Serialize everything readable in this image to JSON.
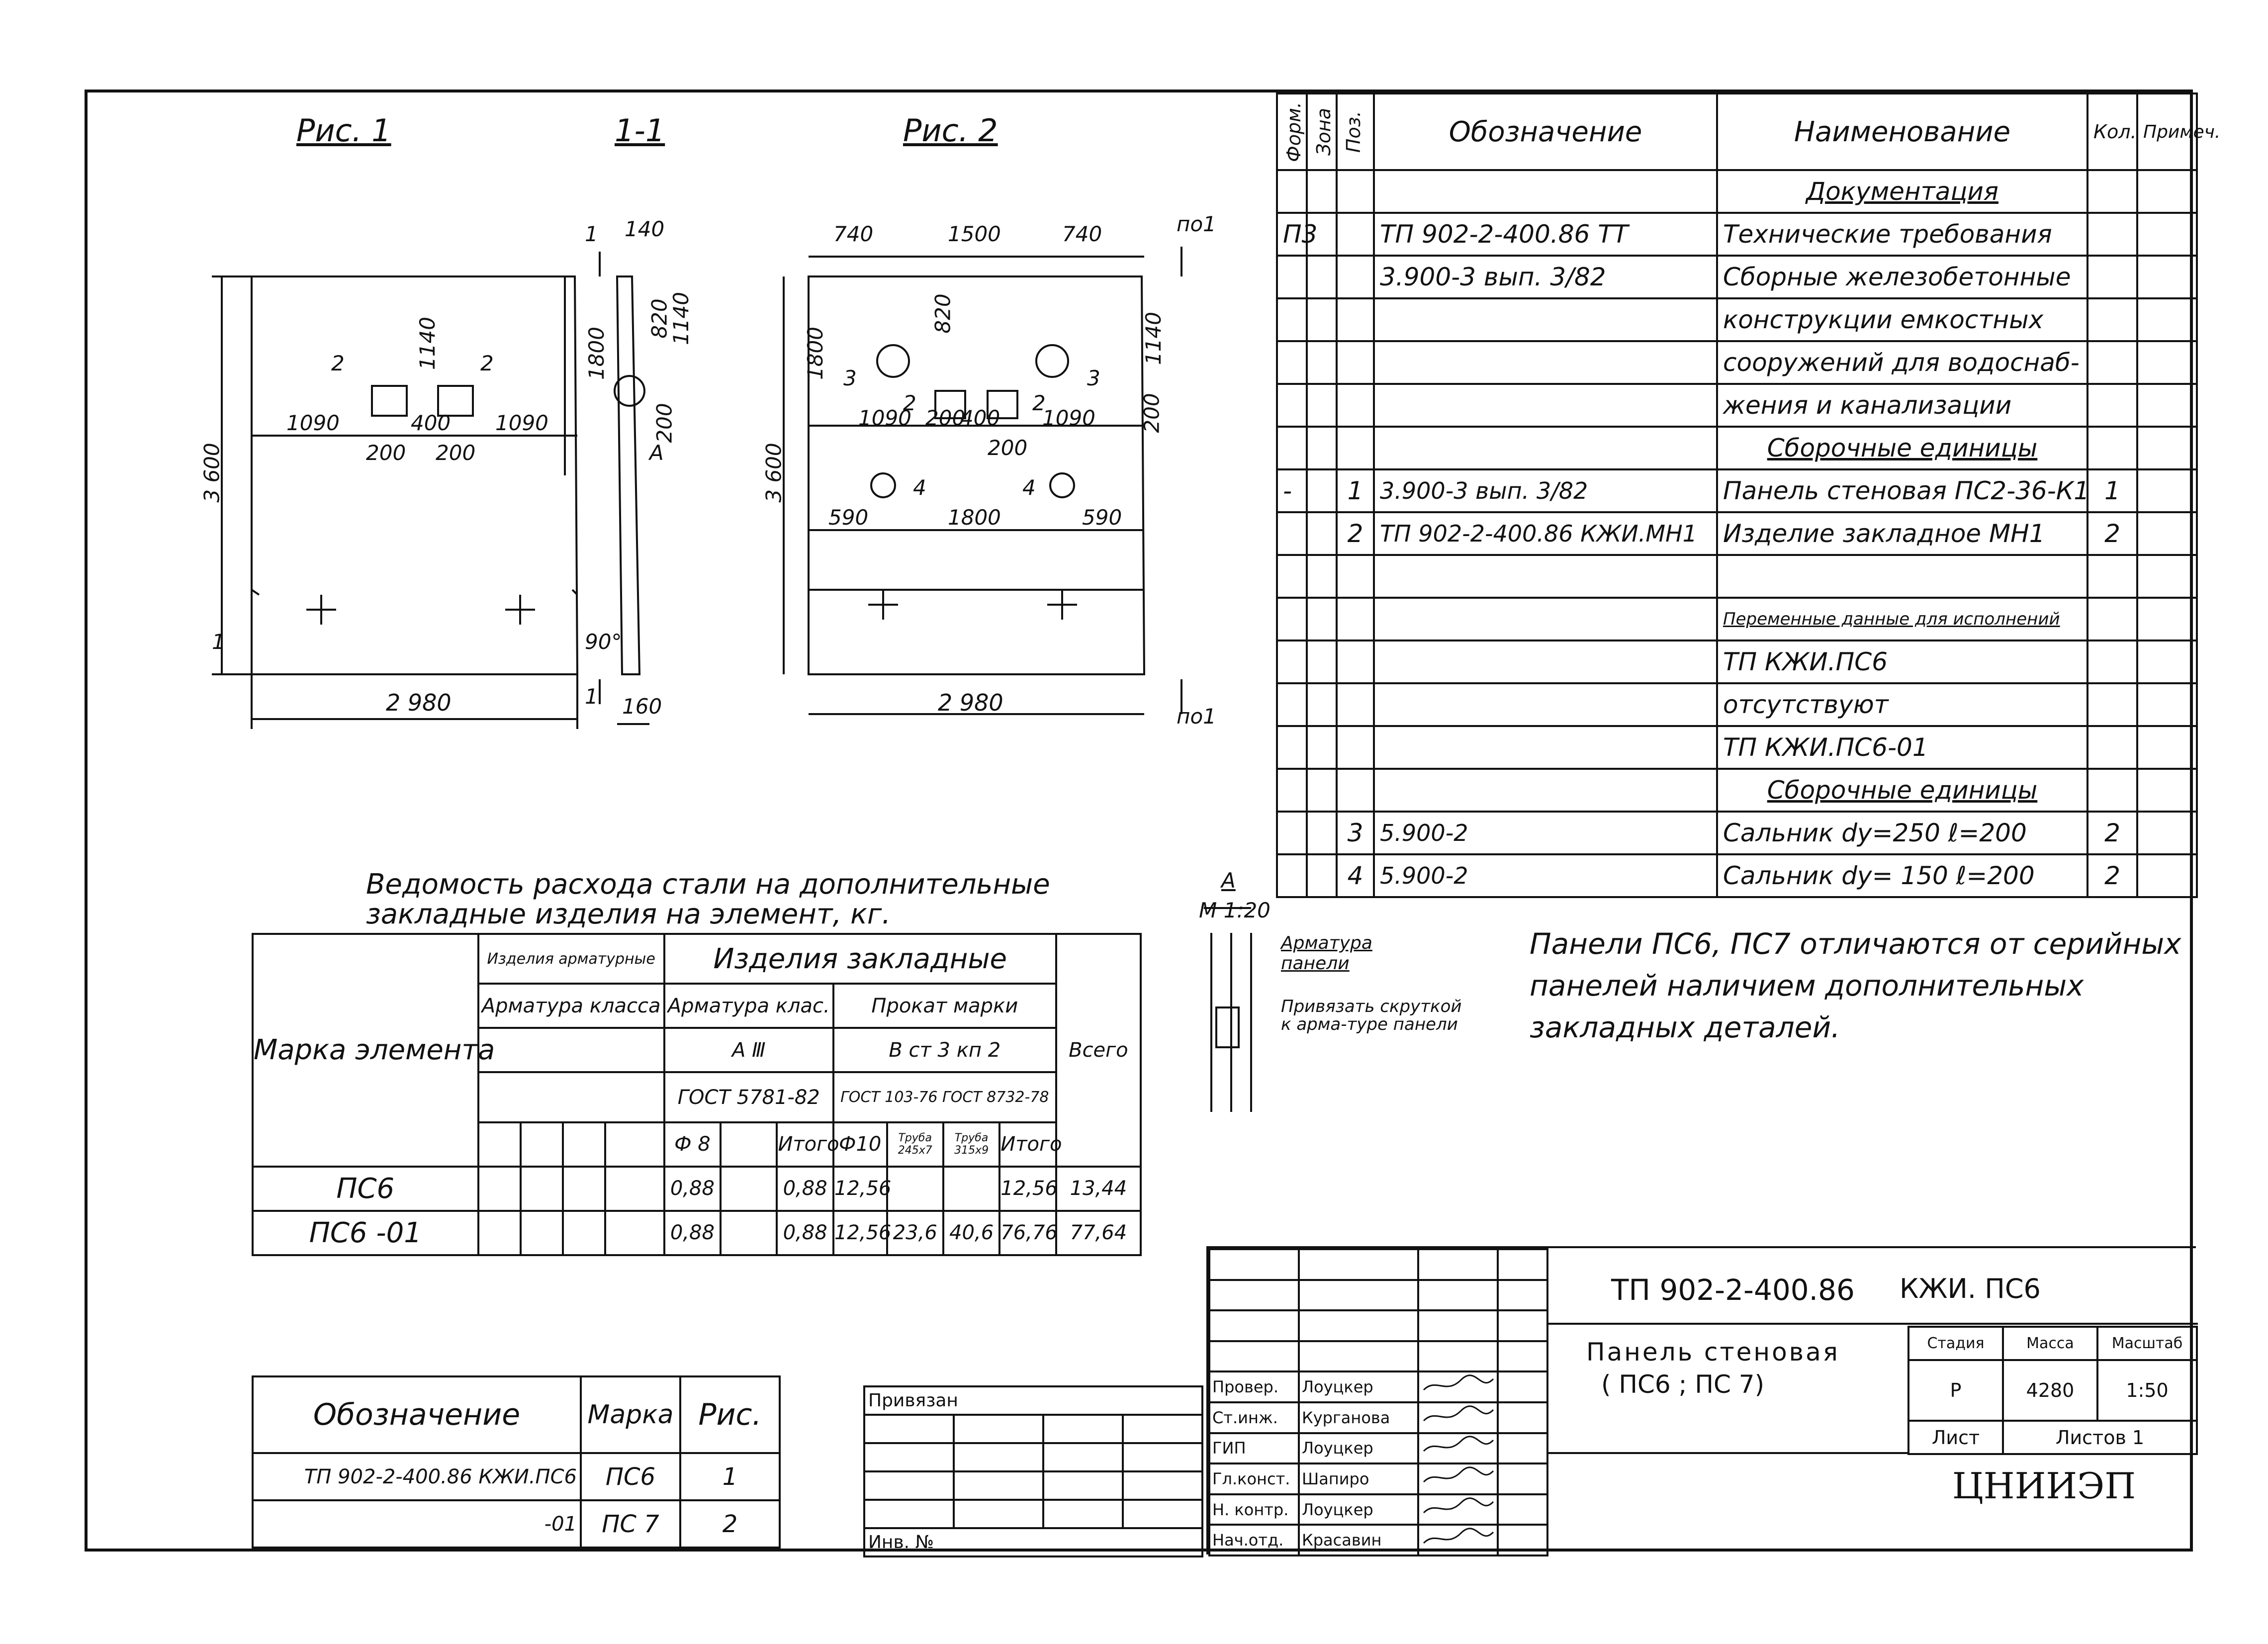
{
  "figures": {
    "fig1_title": "Рис. 1",
    "section_title": "1-1",
    "fig2_title": "Рис. 2",
    "node_title": "А",
    "node_scale": "М 1:20"
  },
  "fig1_dims": {
    "height_total": "3 600",
    "height_upper": "1800",
    "top_offset": "1140",
    "left": "1090",
    "mid": "400",
    "right": "1090",
    "plate_left": "200",
    "plate_right": "200",
    "width": "2 980",
    "label_2a": "2",
    "label_2b": "2",
    "label_1": "1",
    "small_160": "160",
    "mark_1_top": "1",
    "mark_1_bottom": "1"
  },
  "section_dims": {
    "thickness_top": "140",
    "d820": "820",
    "d1140": "1140",
    "d200": "200",
    "angle": "90°",
    "thickness_bottom": "160",
    "callout": "А"
  },
  "fig2_dims": {
    "top_left": "740",
    "top_mid": "1500",
    "top_right": "740",
    "po1_top": "по1",
    "po1_bottom": "по1",
    "height_upper": "1800",
    "height_total": "3 600",
    "d820": "820",
    "d1140": "1140",
    "d200": "200",
    "left": "1090",
    "d200b": "200",
    "d400": "400",
    "right": "1090",
    "d200c": "200",
    "low_left": "590",
    "low_mid": "1800",
    "low_right": "590",
    "width": "2 980",
    "pos3a": "3",
    "pos3b": "3",
    "pos2a": "2",
    "pos2b": "2",
    "pos4a": "4",
    "pos4b": "4"
  },
  "spec": {
    "headers": [
      "Форм.",
      "Зона",
      "Поз.",
      "Обозначение",
      "Наименование",
      "Кол.",
      "Примеч."
    ],
    "rows": [
      [
        "",
        "",
        "",
        "",
        "Документация",
        "",
        ""
      ],
      [
        "П3",
        "",
        "",
        "ТП 902-2-400.86        ТТ",
        "Технические требования",
        "",
        ""
      ],
      [
        "",
        "",
        "",
        "3.900-3  вып. 3/82",
        "Сборные железобетонные",
        "",
        ""
      ],
      [
        "",
        "",
        "",
        "",
        "конструкции емкостных",
        "",
        ""
      ],
      [
        "",
        "",
        "",
        "",
        "сооружений для водоснаб-",
        "",
        ""
      ],
      [
        "",
        "",
        "",
        "",
        "жения и канализации",
        "",
        ""
      ],
      [
        "",
        "",
        "",
        "",
        "Сборочные единицы",
        "",
        ""
      ],
      [
        "-",
        "",
        "1",
        "3.900-3  вып. 3/82",
        "Панель стеновая ПС2-36-К1",
        "1",
        ""
      ],
      [
        "",
        "",
        "2",
        "ТП 902-2-400.86 КЖИ.МН1",
        "Изделие закладное   МН1",
        "2",
        ""
      ],
      [
        "",
        "",
        "",
        "",
        "",
        "",
        ""
      ],
      [
        "",
        "",
        "",
        "",
        "Переменные данные для исполнений",
        "",
        ""
      ],
      [
        "",
        "",
        "",
        "",
        "ТП             КЖИ.ПС6",
        "",
        ""
      ],
      [
        "",
        "",
        "",
        "",
        "отсутствуют",
        "",
        ""
      ],
      [
        "",
        "",
        "",
        "",
        "ТП           КЖИ.ПС6-01",
        "",
        ""
      ],
      [
        "",
        "",
        "",
        "",
        "Сборочные единицы",
        "",
        ""
      ],
      [
        "",
        "",
        "3",
        "5.900-2",
        "Сальник dy=250  ℓ=200",
        "2",
        ""
      ],
      [
        "",
        "",
        "4",
        "5.900-2",
        "Сальник dy= 150  ℓ=200",
        "2",
        ""
      ]
    ]
  },
  "steel": {
    "title_line1": "Ведомость расхода стали на дополнительные",
    "title_line2": "закладные изделия на элемент, кг.",
    "h_arm_products": "Изделия арматурные",
    "h_embedded": "Изделия закладные",
    "h_arm_class": "Арматура класса",
    "h_arm_class2": "Арматура клас.",
    "h_rolled": "Прокат марки",
    "h_a3": "А Ⅲ",
    "h_vst": "В ст 3 кп 2",
    "h_gost1": "ГОСТ 5781-82",
    "h_gost2": "ГОСТ 103-76 ГОСТ 8732-78",
    "h_total": "Всего",
    "h_mark": "Марка элемента",
    "h_d8": "Ф 8",
    "h_itogo": "Итого",
    "h_d10": "Ф10",
    "h_pipe1": "Труба 245х7",
    "h_pipe2": "Труба 315х9",
    "h_itogo2": "Итого",
    "rows": [
      {
        "mark": "ПС6",
        "d8": "0,88",
        "it1": "0,88",
        "d10": "12,56",
        "p1": "",
        "p2": "",
        "it2": "12,56",
        "total": "13,44"
      },
      {
        "mark": "ПС6 -01",
        "d8": "0,88",
        "it1": "0,88",
        "d10": "12,56",
        "p1": "23,6",
        "p2": "40,6",
        "it2": "76,76",
        "total": "77,64"
      }
    ]
  },
  "node": {
    "arm": "Арматура панели",
    "tie": "Привязать скруткой к арма-туре панели"
  },
  "note": {
    "line1": "Панели ПС6, ПС7 отличаются от серийных",
    "line2": "панелей наличием дополнительных",
    "line3": "закладных деталей."
  },
  "designation": {
    "headers": [
      "Обозначение",
      "Марка",
      "Рис."
    ],
    "rows": [
      [
        "ТП 902-2-400.86 КЖИ.ПС6",
        "ПС6",
        "1"
      ],
      [
        "-01",
        "ПС 7",
        "2"
      ]
    ]
  },
  "attach": {
    "title": "Привязан",
    "inv": "Инв. №"
  },
  "title_block": {
    "doc_code": "ТП 902-2-400.86",
    "doc_suffix": "КЖИ. ПС6",
    "name_line1": "Панель стеновая",
    "name_line2": "( ПС6 ; ПС 7)",
    "stage_label": "Стадия",
    "mass_label": "Масса",
    "scale_label": "Масштаб",
    "stage": "Р",
    "mass": "4280",
    "scale": "1:50",
    "sheet_label": "Лист",
    "sheets_label": "Листов 1",
    "org": "ЦНИИЭП",
    "signers": [
      {
        "role": "Провер.",
        "name": "Лоуцкер"
      },
      {
        "role": "Ст.инж.",
        "name": "Курганова"
      },
      {
        "role": "ГИП",
        "name": "Лоуцкер"
      },
      {
        "role": "Гл.конст.",
        "name": "Шапиро"
      },
      {
        "role": "Н. контр.",
        "name": "Лоуцкер"
      },
      {
        "role": "Нач.отд.",
        "name": "Красавин"
      }
    ]
  }
}
